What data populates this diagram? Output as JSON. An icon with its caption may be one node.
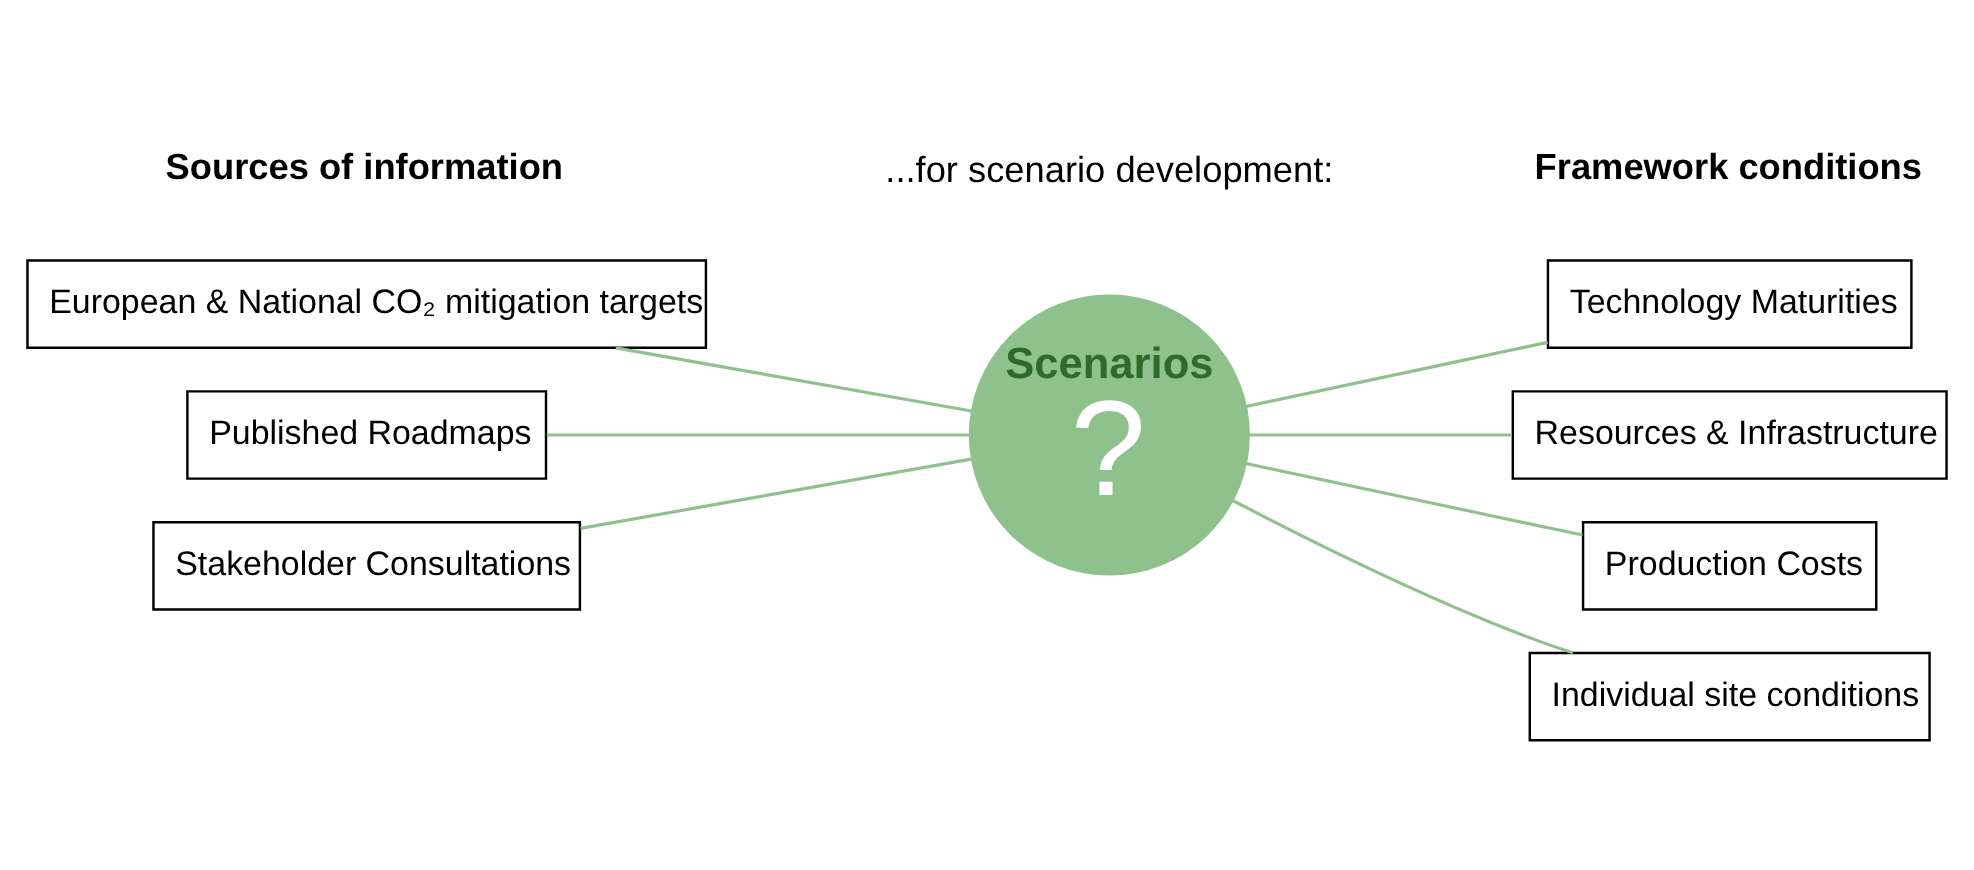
{
  "diagram": {
    "nodes": [
      {
        "text": [
          "Scenarios",
          "?"
        ]
      },
      {
        "text": [
          "European & National CO₂ mitigation targets"
        ]
      },
      {
        "text": [
          "Technology Maturities"
        ]
      },
      {
        "text": [
          "Resources & Infrastructure"
        ]
      },
      {
        "text": [
          "Published Roadmaps"
        ]
      },
      {
        "text": [
          "Production Costs"
        ]
      },
      {
        "text": [
          "Stakeholder Consultations"
        ]
      },
      {
        "text": [
          "Individual site conditions"
        ]
      }
    ],
    "edges": [
      {
        "from": 1,
        "to": 0,
        "arrow": "none"
      },
      {
        "from": 0,
        "to": 2,
        "arrow": "none"
      },
      {
        "from": 0,
        "to": 3,
        "arrow": "none"
      },
      {
        "from": 4,
        "to": 0,
        "arrow": "none"
      },
      {
        "from": 0,
        "to": 5,
        "arrow": "none"
      },
      {
        "from": 6,
        "to": 0,
        "arrow": "none"
      },
      {
        "from": 0,
        "to": 7,
        "arrow": "none"
      }
    ],
    "labels": [
      "Sources of information",
      "Framework conditions",
      "...for scenario development:"
    ]
  }
}
